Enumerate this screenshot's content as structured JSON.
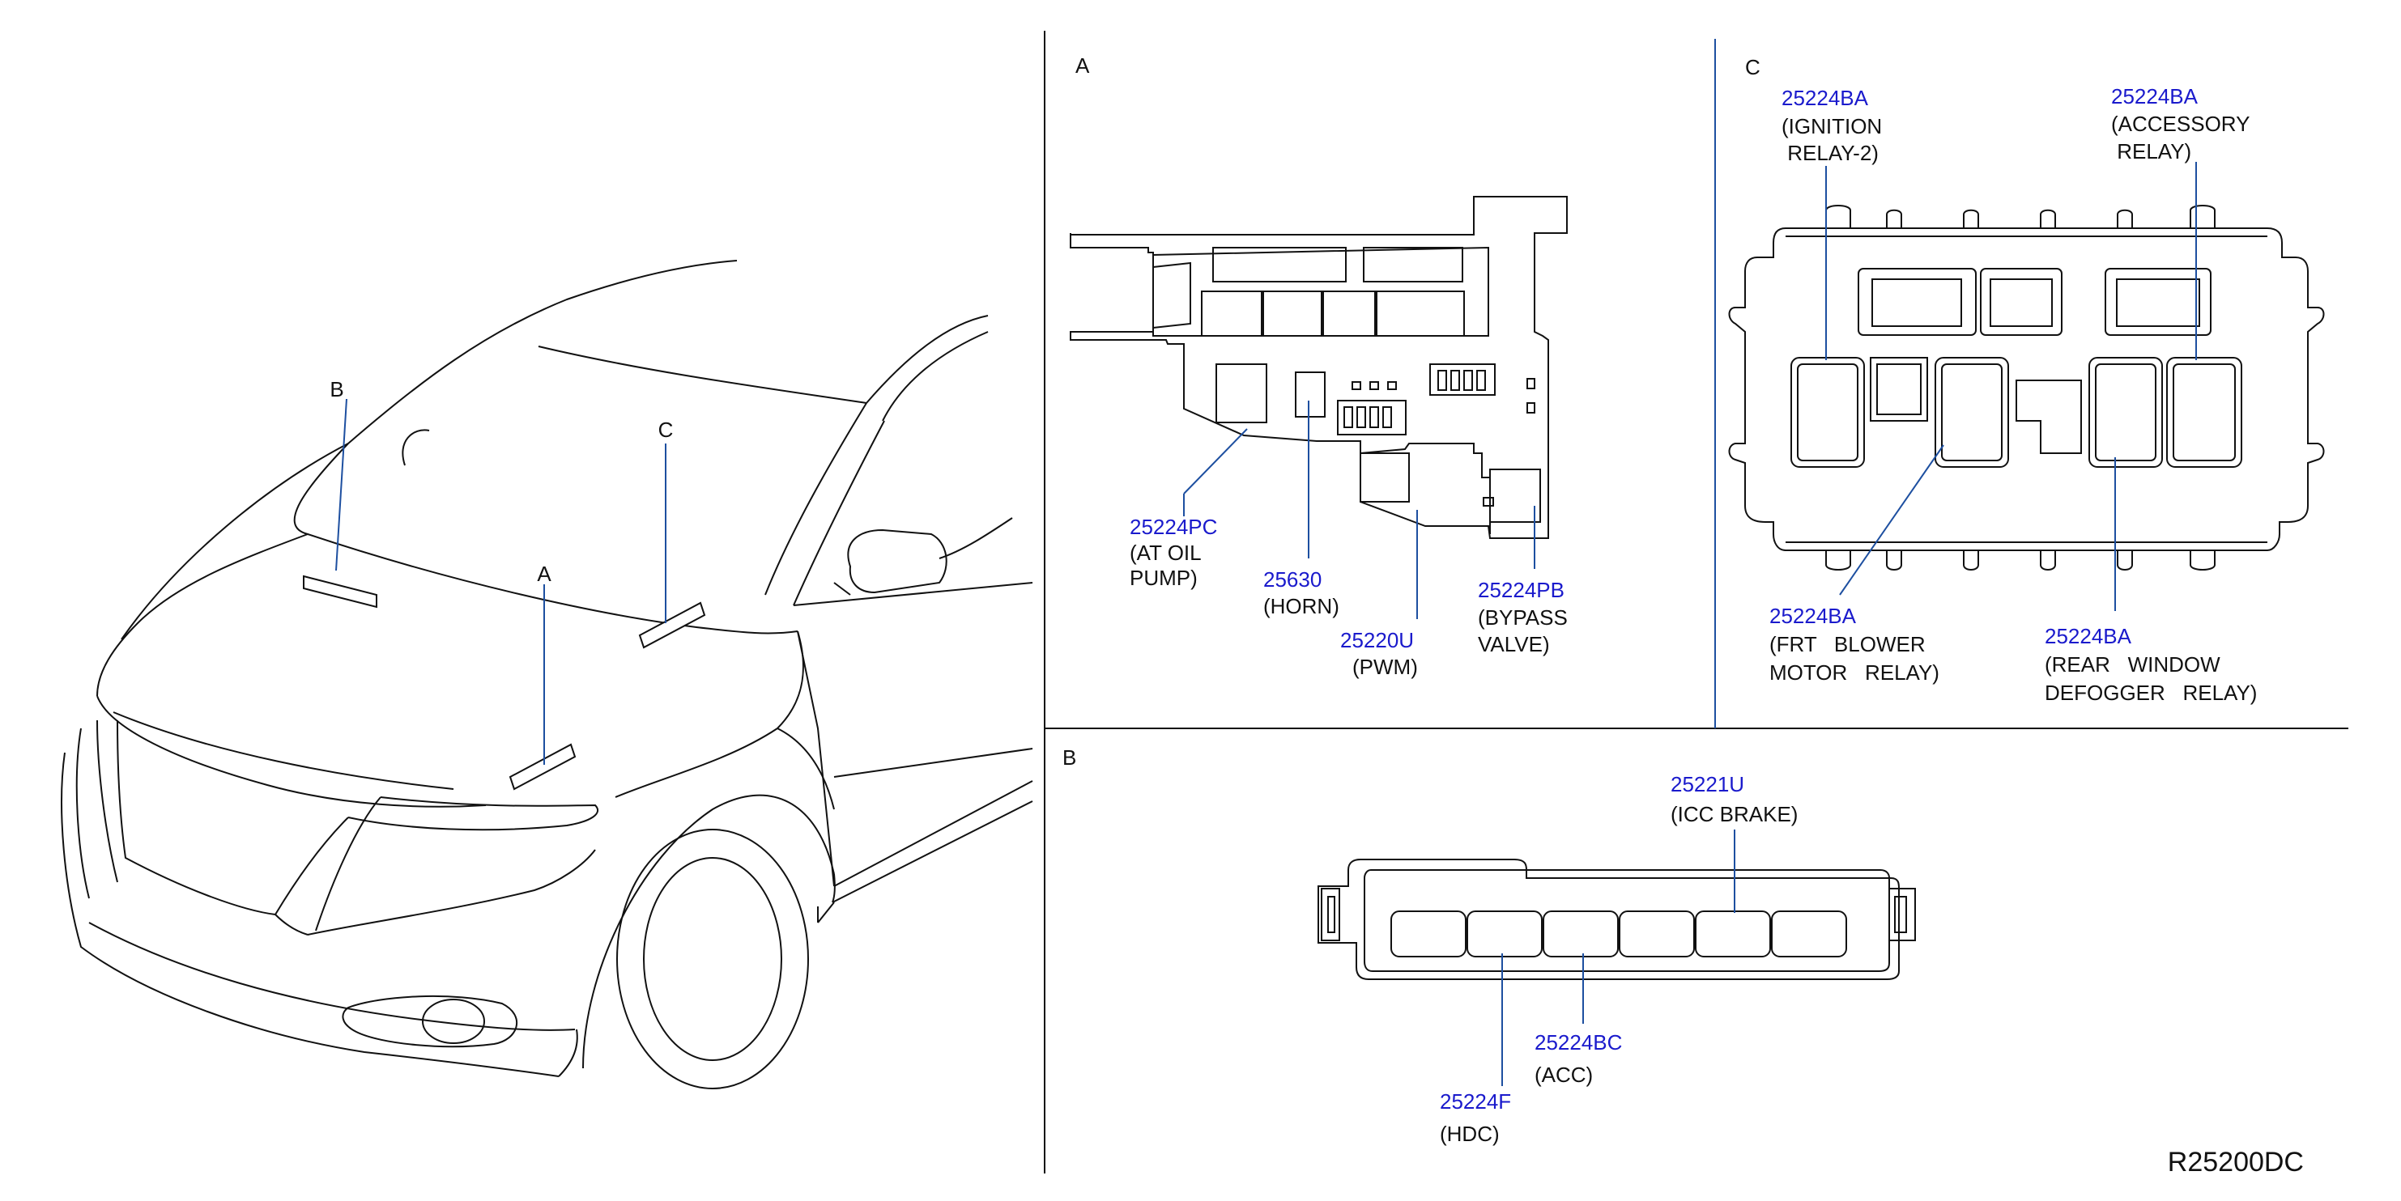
{
  "sections": {
    "a": "A",
    "b": "B",
    "c": "C"
  },
  "car_callouts": {
    "a": "A",
    "b": "B",
    "c": "C"
  },
  "diagram_ref": "R25200DC",
  "colors": {
    "part_number": "#1a1acc",
    "leader": "#1d4fa0",
    "line": "#111111"
  },
  "parts_a": {
    "at_oil_pump": {
      "number": "25224PC",
      "line1": "(AT   OIL",
      "line2": "PUMP)"
    },
    "horn": {
      "number": "25630",
      "line1": "(HORN)"
    },
    "pwm": {
      "number": "25220U",
      "line1": "(PWM)"
    },
    "bypass_valve": {
      "number": "25224PB",
      "line1": "(BYPASS",
      "line2": "VALVE)"
    }
  },
  "parts_b": {
    "icc_brake": {
      "number": "25221U",
      "line1": "(ICC   BRAKE)"
    },
    "acc": {
      "number": "25224BC",
      "line1": "(ACC)"
    },
    "hdc": {
      "number": "25224F",
      "line1": "(HDC)"
    }
  },
  "parts_c": {
    "ignition_relay_2": {
      "number": "25224BA",
      "line1": "(IGNITION",
      "line2": " RELAY-2)"
    },
    "accessory_relay": {
      "number": "25224BA",
      "line1": "(ACCESSORY",
      "line2": " RELAY)"
    },
    "frt_blower_relay": {
      "number": "25224BA",
      "line1": "(FRT   BLOWER",
      "line2": "MOTOR   RELAY)"
    },
    "rear_defogger_relay": {
      "number": "25224BA",
      "line1": "(REAR   WINDOW",
      "line2": "DEFOGGER   RELAY)"
    }
  }
}
